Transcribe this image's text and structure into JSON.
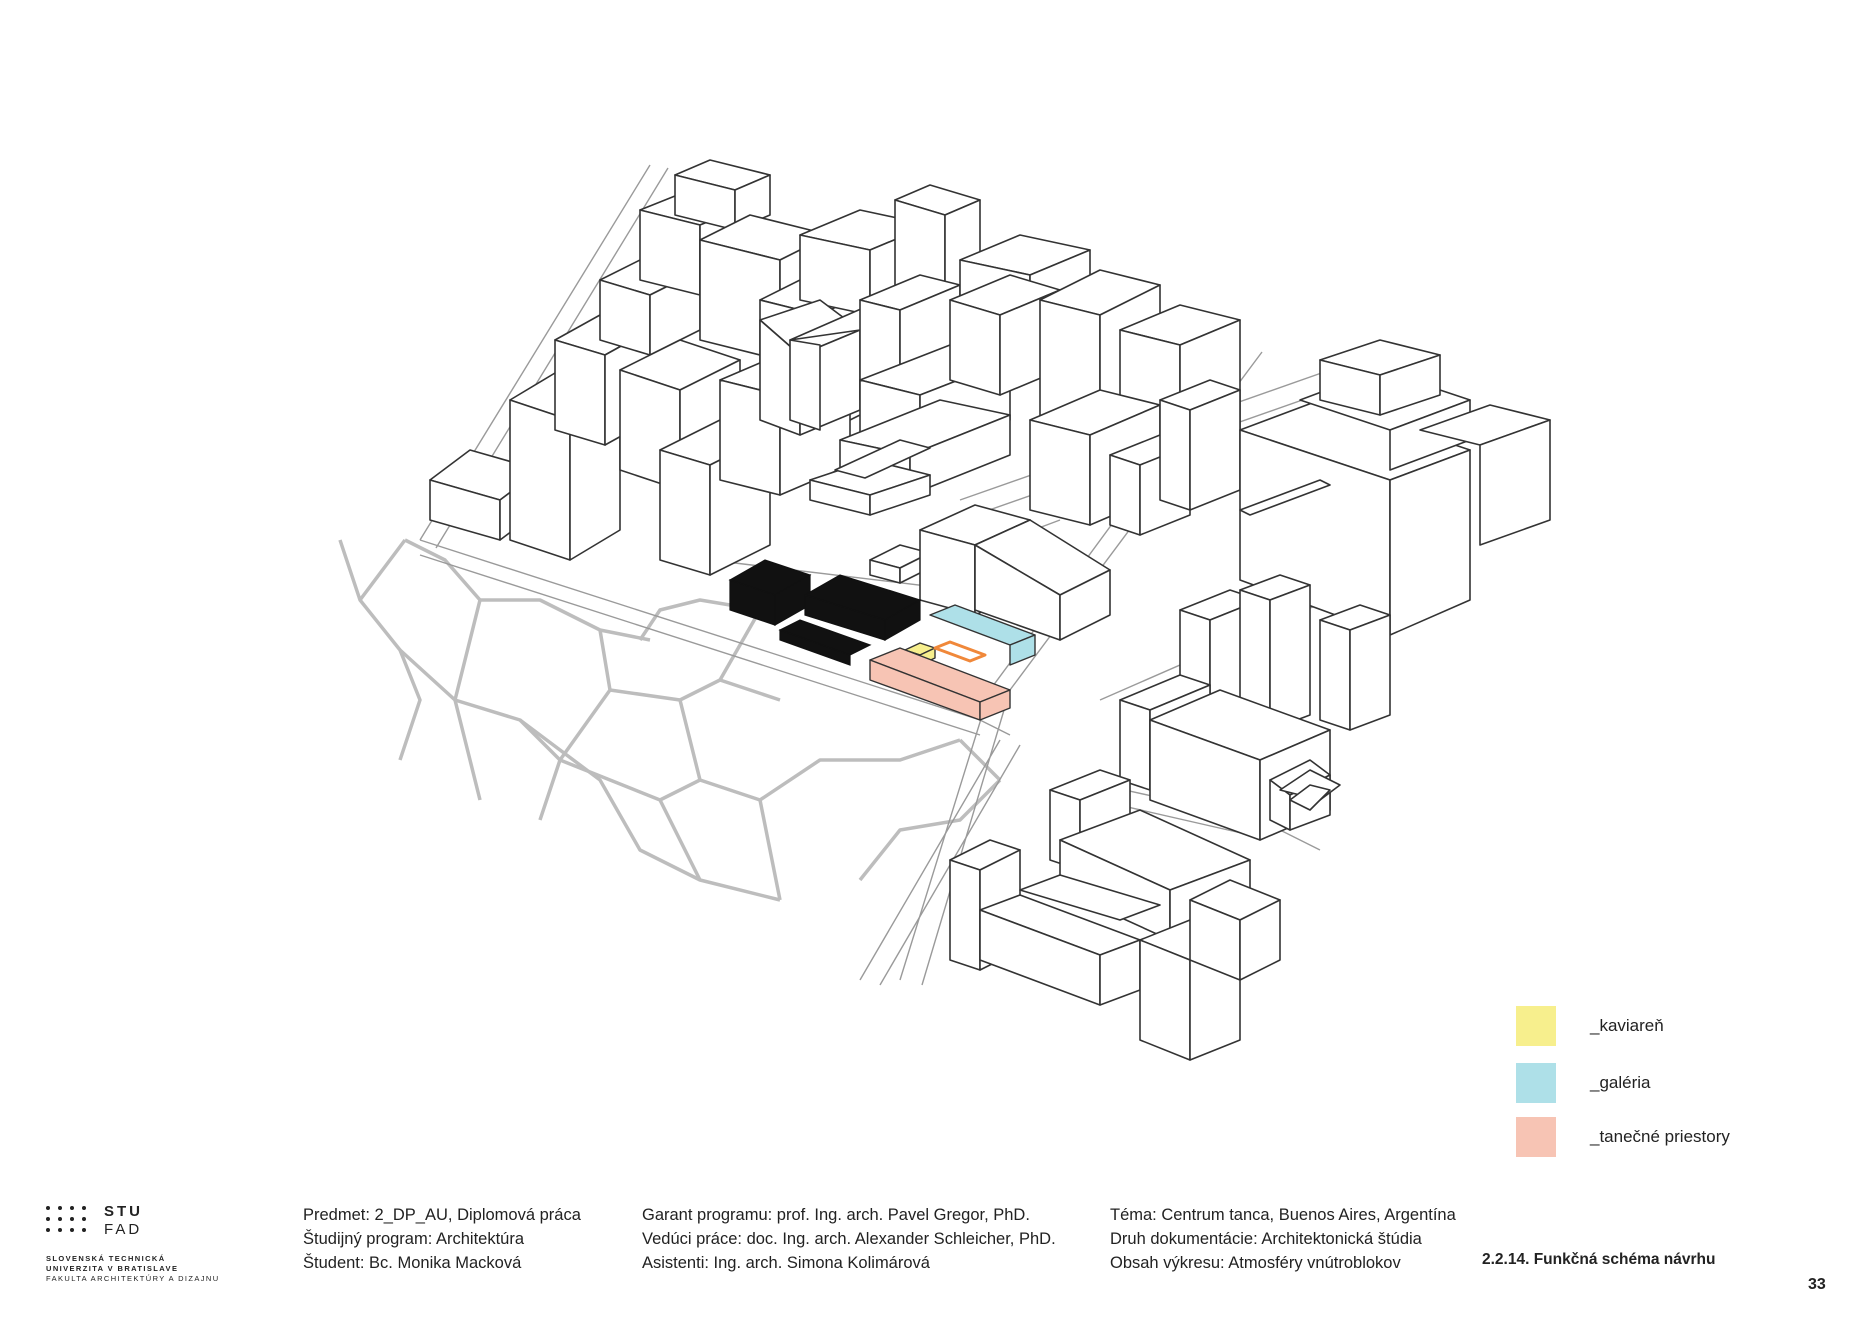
{
  "legend": [
    {
      "label": "_kaviareň",
      "color": "#f7ef8d"
    },
    {
      "label": "_galéria",
      "color": "#aee0e8"
    },
    {
      "label": "_tanečné priestory",
      "color": "#f7c4b4"
    }
  ],
  "logo": {
    "line1": "STU",
    "line2": "FAD",
    "sub1": "SLOVENSKÁ TECHNICKÁ",
    "sub2": "UNIVERZITA V BRATISLAVE",
    "sub3": "FAKULTA ARCHITEKTÚRY A DIZAJNU"
  },
  "footer": {
    "col1": [
      "Predmet: 2_DP_AU, Diplomová práca",
      "Študijný program: Architektúra",
      "Študent: Bc. Monika Macková"
    ],
    "col2": [
      "Garant programu: prof. Ing. arch. Pavel Gregor, PhD.",
      "Vedúci práce: doc. Ing. arch. Alexander Schleicher, PhD.",
      "Asistenti: Ing. arch. Simona Kolimárová"
    ],
    "col3": [
      "Téma: Centrum tanca, Buenos Aires, Argentína",
      "Druh dokumentácie: Architektonická štúdia",
      "Obsah výkresu: Atmosféry vnútroblokov"
    ]
  },
  "sheet_title": "2.2.14. Funkčná schéma návrhu",
  "page_number": "33",
  "colors": {
    "line": "#333333",
    "existing_fill": "#ffffff",
    "new_building_fill": "#111111",
    "kaviaren": "#f7ef8d",
    "galeria": "#aee0e8",
    "tanecne": "#f7c4b4",
    "orange_frame": "#f0883a",
    "path_lines": "#bbbbbb"
  }
}
